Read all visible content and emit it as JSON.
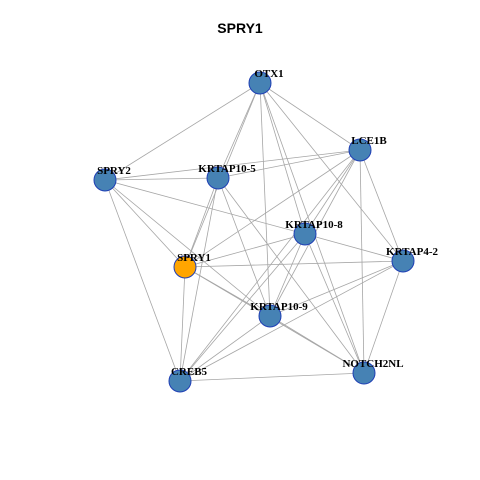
{
  "title": "SPRY1",
  "colors": {
    "node_default": "#4682b4",
    "node_highlight": "#ffa500",
    "node_border": "#1f3fb5",
    "edge": "#a6a6a6"
  },
  "nodes": [
    {
      "id": "OTX1",
      "label": "OTX1",
      "highlight": false
    },
    {
      "id": "LCE1B",
      "label": "LCE1B",
      "highlight": false
    },
    {
      "id": "SPRY2",
      "label": "SPRY2",
      "highlight": false
    },
    {
      "id": "KRTAP10-5",
      "label": "KRTAP10-5",
      "highlight": false
    },
    {
      "id": "KRTAP10-8",
      "label": "KRTAP10-8",
      "highlight": false
    },
    {
      "id": "KRTAP4-2",
      "label": "KRTAP4-2",
      "highlight": false
    },
    {
      "id": "SPRY1",
      "label": "SPRY1",
      "highlight": true
    },
    {
      "id": "KRTAP10-9",
      "label": "KRTAP10-9",
      "highlight": false
    },
    {
      "id": "NOTCH2NL",
      "label": "NOTCH2NL",
      "highlight": false
    },
    {
      "id": "CREB5",
      "label": "CREB5",
      "highlight": false
    }
  ],
  "edges": [
    [
      "OTX1",
      "SPRY2"
    ],
    [
      "OTX1",
      "LCE1B"
    ],
    [
      "OTX1",
      "KRTAP10-5"
    ],
    [
      "OTX1",
      "KRTAP10-8"
    ],
    [
      "OTX1",
      "KRTAP4-2"
    ],
    [
      "OTX1",
      "SPRY1"
    ],
    [
      "OTX1",
      "KRTAP10-9"
    ],
    [
      "OTX1",
      "NOTCH2NL"
    ],
    [
      "LCE1B",
      "SPRY2"
    ],
    [
      "LCE1B",
      "KRTAP10-5"
    ],
    [
      "LCE1B",
      "KRTAP10-8"
    ],
    [
      "LCE1B",
      "KRTAP4-2"
    ],
    [
      "LCE1B",
      "SPRY1"
    ],
    [
      "LCE1B",
      "KRTAP10-9"
    ],
    [
      "LCE1B",
      "NOTCH2NL"
    ],
    [
      "LCE1B",
      "CREB5"
    ],
    [
      "SPRY2",
      "KRTAP10-5"
    ],
    [
      "SPRY2",
      "KRTAP10-8"
    ],
    [
      "SPRY2",
      "SPRY1"
    ],
    [
      "SPRY2",
      "KRTAP10-9"
    ],
    [
      "SPRY2",
      "CREB5"
    ],
    [
      "KRTAP10-5",
      "SPRY1"
    ],
    [
      "KRTAP10-5",
      "KRTAP10-9"
    ],
    [
      "KRTAP10-5",
      "NOTCH2NL"
    ],
    [
      "KRTAP10-5",
      "CREB5"
    ],
    [
      "KRTAP10-8",
      "KRTAP4-2"
    ],
    [
      "KRTAP10-8",
      "SPRY1"
    ],
    [
      "KRTAP10-8",
      "KRTAP10-9"
    ],
    [
      "KRTAP10-8",
      "NOTCH2NL"
    ],
    [
      "KRTAP10-8",
      "CREB5"
    ],
    [
      "KRTAP4-2",
      "SPRY1"
    ],
    [
      "KRTAP4-2",
      "KRTAP10-9"
    ],
    [
      "KRTAP4-2",
      "NOTCH2NL"
    ],
    [
      "KRTAP4-2",
      "CREB5"
    ],
    [
      "SPRY1",
      "KRTAP10-9"
    ],
    [
      "SPRY1",
      "NOTCH2NL"
    ],
    [
      "SPRY1",
      "CREB5"
    ],
    [
      "KRTAP10-9",
      "NOTCH2NL"
    ],
    [
      "KRTAP10-9",
      "CREB5"
    ],
    [
      "NOTCH2NL",
      "CREB5"
    ]
  ]
}
